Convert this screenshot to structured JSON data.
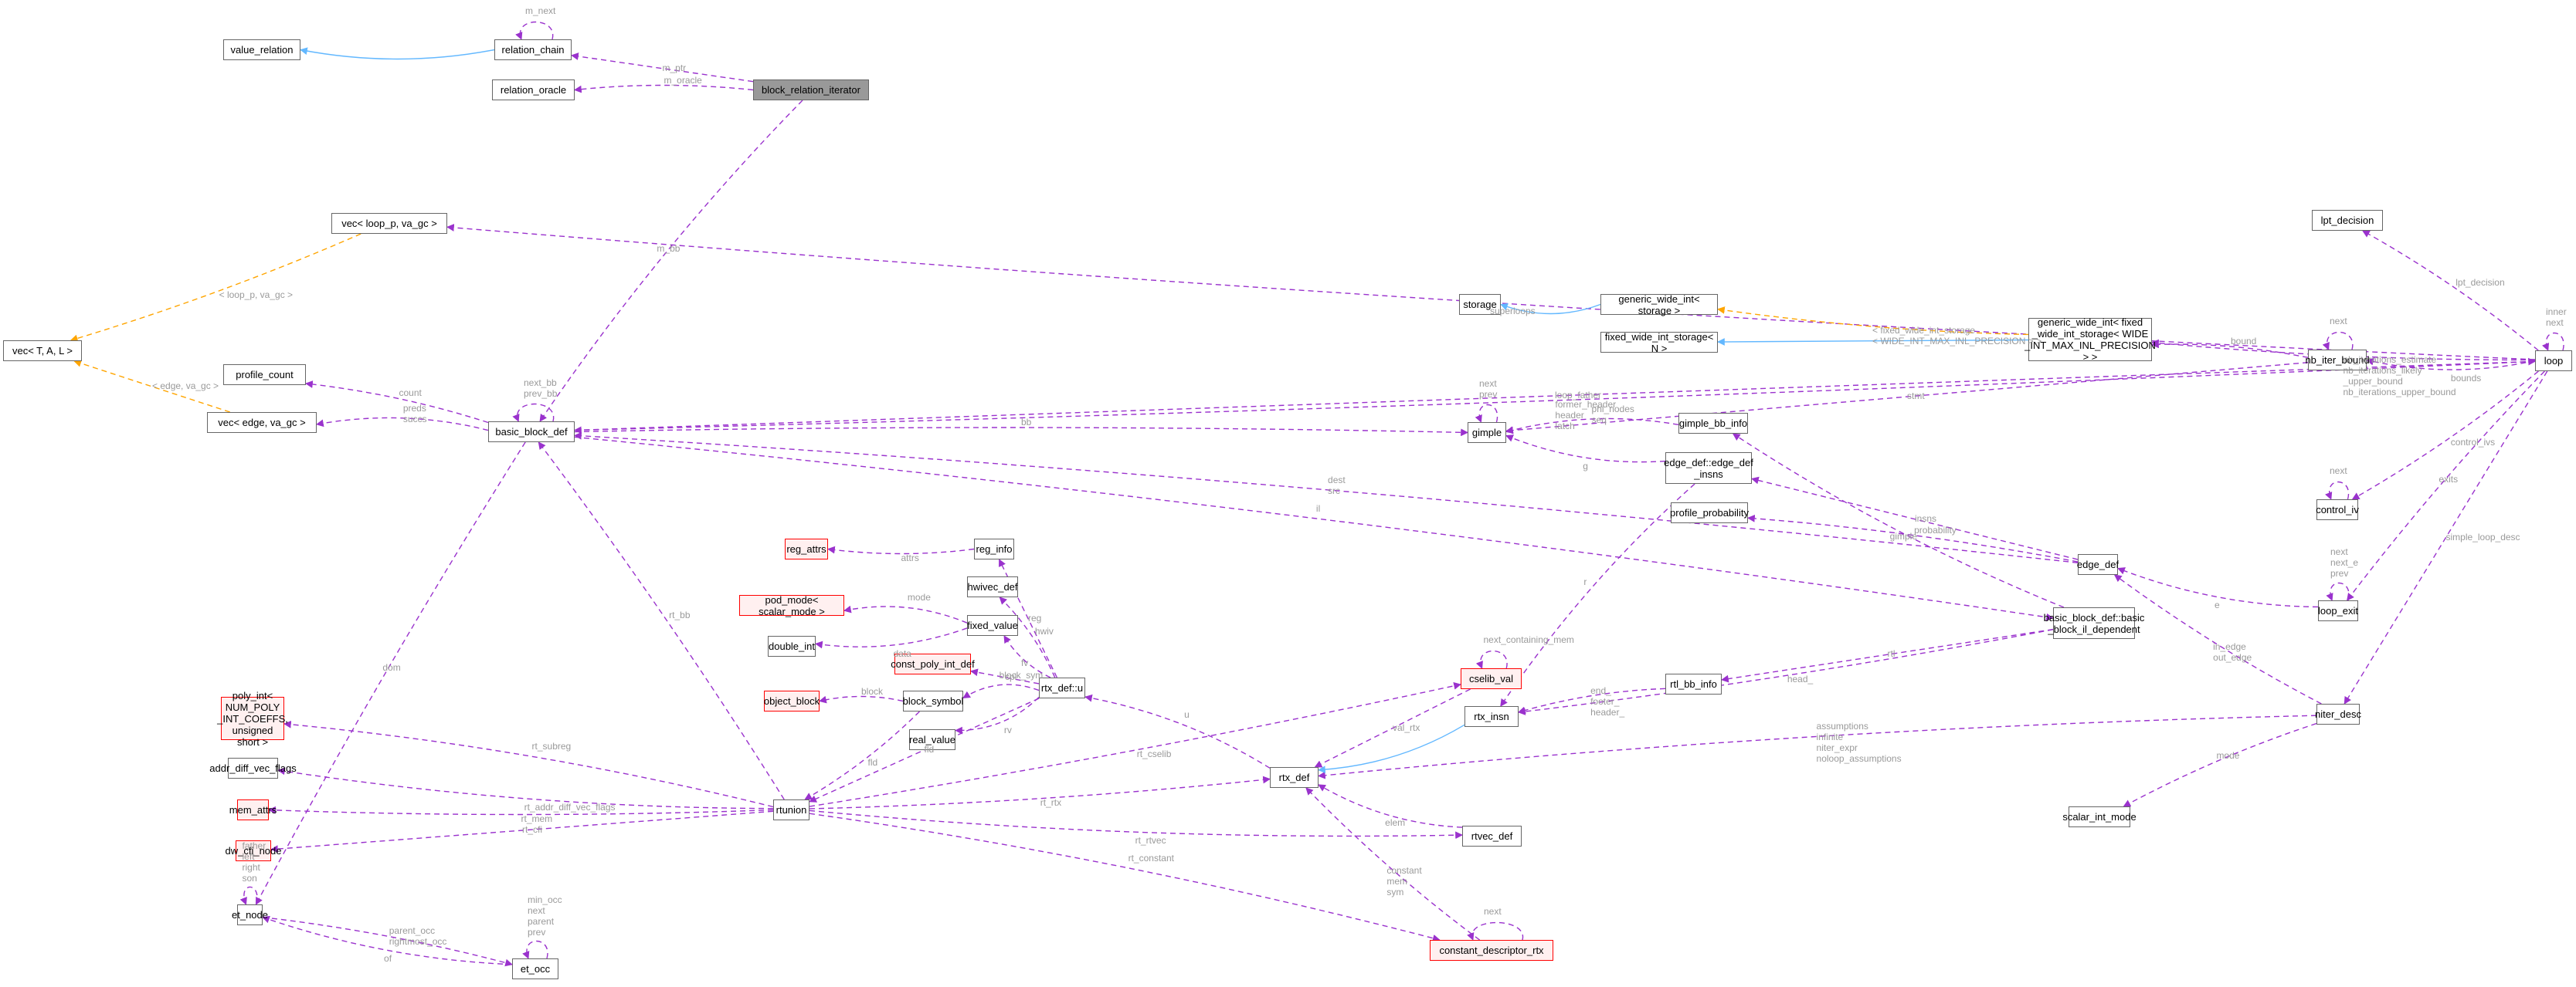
{
  "diagram": {
    "title": "block_relation_iterator collaboration graph",
    "colors": {
      "member_edge": "#9a32cd",
      "inheritance_edge": "#63b8ff",
      "template_edge": "#ffa500",
      "label_text": "#9a9a9a",
      "focus_fill": "#999999",
      "missing_border": "#ff0000",
      "missing_fill": "#fff0f0"
    },
    "nodes": [
      {
        "id": "value_relation",
        "label": "value_relation",
        "kind": "normal"
      },
      {
        "id": "relation_chain",
        "label": "relation_chain",
        "kind": "normal"
      },
      {
        "id": "block_relation_iterator",
        "label": "block_relation_iterator",
        "kind": "focus"
      },
      {
        "id": "relation_oracle",
        "label": "relation_oracle",
        "kind": "normal"
      },
      {
        "id": "vec_loop_p",
        "label": "vec< loop_p, va_gc >",
        "kind": "normal"
      },
      {
        "id": "vec_TAL",
        "label": "vec< T, A, L >",
        "kind": "normal"
      },
      {
        "id": "profile_count",
        "label": "profile_count",
        "kind": "normal"
      },
      {
        "id": "vec_edge",
        "label": "vec< edge, va_gc >",
        "kind": "normal"
      },
      {
        "id": "basic_block_def",
        "label": "basic_block_def",
        "kind": "normal"
      },
      {
        "id": "loop",
        "label": "loop",
        "kind": "normal"
      },
      {
        "id": "lpt_decision",
        "label": "lpt_decision",
        "kind": "normal"
      },
      {
        "id": "storage",
        "label": "storage",
        "kind": "normal"
      },
      {
        "id": "generic_wide_int_storage",
        "label": "generic_wide_int< storage >",
        "kind": "normal"
      },
      {
        "id": "fixed_wide_int_storage",
        "label": "fixed_wide_int_storage< N >",
        "kind": "normal"
      },
      {
        "id": "generic_wide_int_fixed",
        "label": "generic_wide_int< fixed\n_wide_int_storage< WIDE\n_INT_MAX_INL_PRECISION > >",
        "kind": "normal"
      },
      {
        "id": "nb_iter_bound",
        "label": "nb_iter_bound",
        "kind": "normal"
      },
      {
        "id": "gimple",
        "label": "gimple",
        "kind": "normal"
      },
      {
        "id": "gimple_bb_info",
        "label": "gimple_bb_info",
        "kind": "normal"
      },
      {
        "id": "edge_def_insns",
        "label": "edge_def::edge_def\n_insns",
        "kind": "normal"
      },
      {
        "id": "profile_probability",
        "label": "profile_probability",
        "kind": "normal"
      },
      {
        "id": "control_iv",
        "label": "control_iv",
        "kind": "normal"
      },
      {
        "id": "edge_def",
        "label": "edge_def",
        "kind": "normal"
      },
      {
        "id": "bb_il_dependent",
        "label": "basic_block_def::basic\n_block_il_dependent",
        "kind": "normal"
      },
      {
        "id": "loop_exit",
        "label": "loop_exit",
        "kind": "normal"
      },
      {
        "id": "niter_desc",
        "label": "niter_desc",
        "kind": "normal"
      },
      {
        "id": "scalar_int_mode",
        "label": "scalar_int_mode",
        "kind": "normal"
      },
      {
        "id": "reg_attrs",
        "label": "reg_attrs",
        "kind": "missing"
      },
      {
        "id": "reg_info",
        "label": "reg_info",
        "kind": "normal"
      },
      {
        "id": "hwivec_def",
        "label": "hwivec_def",
        "kind": "normal"
      },
      {
        "id": "pod_mode",
        "label": "pod_mode< scalar_mode >",
        "kind": "missing"
      },
      {
        "id": "fixed_value",
        "label": "fixed_value",
        "kind": "normal"
      },
      {
        "id": "double_int",
        "label": "double_int",
        "kind": "normal"
      },
      {
        "id": "const_poly_int_def",
        "label": "const_poly_int_def",
        "kind": "missing"
      },
      {
        "id": "object_block",
        "label": "object_block",
        "kind": "missing"
      },
      {
        "id": "block_symbol",
        "label": "block_symbol",
        "kind": "normal"
      },
      {
        "id": "rtx_def_u",
        "label": "rtx_def::u",
        "kind": "normal"
      },
      {
        "id": "real_value",
        "label": "real_value",
        "kind": "normal"
      },
      {
        "id": "poly_int",
        "label": "poly_int< NUM_POLY\n_INT_COEFFS, unsigned\nshort >",
        "kind": "missing"
      },
      {
        "id": "addr_diff_vec_flags",
        "label": "addr_diff_vec_flags",
        "kind": "normal"
      },
      {
        "id": "mem_attrs",
        "label": "mem_attrs",
        "kind": "missing"
      },
      {
        "id": "dw_cfi_node",
        "label": "dw_cfi_node",
        "kind": "missing"
      },
      {
        "id": "rtunion",
        "label": "rtunion",
        "kind": "normal"
      },
      {
        "id": "cselib_val",
        "label": "cselib_val",
        "kind": "missing"
      },
      {
        "id": "rtx_insn",
        "label": "rtx_insn",
        "kind": "normal"
      },
      {
        "id": "rtl_bb_info",
        "label": "rtl_bb_info",
        "kind": "normal"
      },
      {
        "id": "rtx_def",
        "label": "rtx_def",
        "kind": "normal"
      },
      {
        "id": "rtvec_def",
        "label": "rtvec_def",
        "kind": "normal"
      },
      {
        "id": "constant_descriptor_rtx",
        "label": "constant_descriptor_rtx",
        "kind": "missing"
      },
      {
        "id": "et_node",
        "label": "et_node",
        "kind": "normal"
      },
      {
        "id": "et_occ",
        "label": "et_occ",
        "kind": "normal"
      }
    ],
    "edges": [
      {
        "from": "relation_chain",
        "to": "value_relation",
        "type": "inheritance",
        "label": ""
      },
      {
        "from": "relation_chain",
        "to": "relation_chain",
        "type": "member",
        "label": "m_next"
      },
      {
        "from": "block_relation_iterator",
        "to": "relation_chain",
        "type": "member",
        "label": "m_ptr"
      },
      {
        "from": "block_relation_iterator",
        "to": "relation_oracle",
        "type": "member",
        "label": "m_oracle"
      },
      {
        "from": "block_relation_iterator",
        "to": "basic_block_def",
        "type": "member",
        "label": "m_bb"
      },
      {
        "from": "loop",
        "to": "vec_loop_p",
        "type": "member",
        "label": "superloops"
      },
      {
        "from": "vec_loop_p",
        "to": "vec_TAL",
        "type": "template",
        "label": "< loop_p, va_gc >"
      },
      {
        "from": "vec_edge",
        "to": "vec_TAL",
        "type": "template",
        "label": "< edge, va_gc >"
      },
      {
        "from": "basic_block_def",
        "to": "profile_count",
        "type": "member",
        "label": "count"
      },
      {
        "from": "basic_block_def",
        "to": "vec_edge",
        "type": "member",
        "label": "preds\nsuccs"
      },
      {
        "from": "basic_block_def",
        "to": "basic_block_def",
        "type": "member",
        "label": "next_bb\nprev_bb"
      },
      {
        "from": "loop",
        "to": "basic_block_def",
        "type": "member",
        "label": "former_header\nheader\nlatch"
      },
      {
        "from": "basic_block_def",
        "to": "loop",
        "type": "member",
        "label": "loop_father"
      },
      {
        "from": "loop",
        "to": "lpt_decision",
        "type": "member",
        "label": "lpt_decision"
      },
      {
        "from": "loop",
        "to": "loop",
        "type": "member",
        "label": "inner\nnext"
      },
      {
        "from": "generic_wide_int_storage",
        "to": "storage",
        "type": "inheritance",
        "label": ""
      },
      {
        "from": "generic_wide_int_fixed",
        "to": "generic_wide_int_storage",
        "type": "template",
        "label": "< fixed_wide_int_storage\n< WIDE_INT_MAX_INL_PRECISION > >"
      },
      {
        "from": "generic_wide_int_fixed",
        "to": "fixed_wide_int_storage",
        "type": "inheritance",
        "label": ""
      },
      {
        "from": "nb_iter_bound",
        "to": "generic_wide_int_fixed",
        "type": "member",
        "label": "bound"
      },
      {
        "from": "nb_iter_bound",
        "to": "nb_iter_bound",
        "type": "member",
        "label": "next"
      },
      {
        "from": "loop",
        "to": "nb_iter_bound",
        "type": "member",
        "label": "bounds"
      },
      {
        "from": "loop",
        "to": "generic_wide_int_fixed",
        "type": "member",
        "label": "nb_iterations_estimate\nnb_iterations_likely\n_upper_bound\nnb_iterations_upper_bound"
      },
      {
        "from": "nb_iter_bound",
        "to": "gimple",
        "type": "member",
        "label": "stmt"
      },
      {
        "from": "gimple",
        "to": "gimple",
        "type": "member",
        "label": "next\nprev"
      },
      {
        "from": "gimple_bb_info",
        "to": "gimple",
        "type": "member",
        "label": "phi_nodes\nseq"
      },
      {
        "from": "edge_def_insns",
        "to": "gimple",
        "type": "member",
        "label": "g"
      },
      {
        "from": "basic_block_def",
        "to": "gimple",
        "type": "member",
        "label": "bb"
      },
      {
        "from": "edge_def",
        "to": "edge_def_insns",
        "type": "member",
        "label": "insns"
      },
      {
        "from": "edge_def",
        "to": "profile_probability",
        "type": "member",
        "label": "probability"
      },
      {
        "from": "edge_def",
        "to": "basic_block_def",
        "type": "member",
        "label": "dest\nsrc"
      },
      {
        "from": "bb_il_dependent",
        "to": "gimple_bb_info",
        "type": "member",
        "label": "gimple"
      },
      {
        "from": "loop",
        "to": "control_iv",
        "type": "member",
        "label": "control_ivs"
      },
      {
        "from": "control_iv",
        "to": "control_iv",
        "type": "member",
        "label": "next"
      },
      {
        "from": "loop",
        "to": "loop_exit",
        "type": "member",
        "label": "exits"
      },
      {
        "from": "loop_exit",
        "to": "loop_exit",
        "type": "member",
        "label": "next\nnext_e\nprev"
      },
      {
        "from": "loop_exit",
        "to": "edge_def",
        "type": "member",
        "label": "e"
      },
      {
        "from": "niter_desc",
        "to": "edge_def",
        "type": "member",
        "label": "in_edge\nout_edge"
      },
      {
        "from": "loop",
        "to": "niter_desc",
        "type": "member",
        "label": "simple_loop_desc"
      },
      {
        "from": "niter_desc",
        "to": "scalar_int_mode",
        "type": "member",
        "label": "mode"
      },
      {
        "from": "niter_desc",
        "to": "rtx_def",
        "type": "member",
        "label": "assumptions\ninfinite\nniter_expr\nnoloop_assumptions"
      },
      {
        "from": "basic_block_def",
        "to": "bb_il_dependent",
        "type": "member",
        "label": "il"
      },
      {
        "from": "bb_il_dependent",
        "to": "rtx_insn",
        "type": "member",
        "label": "head_"
      },
      {
        "from": "bb_il_dependent",
        "to": "rtl_bb_info",
        "type": "member",
        "label": "rtl"
      },
      {
        "from": "rtl_bb_info",
        "to": "rtx_insn",
        "type": "member",
        "label": "end_\nfooter_\nheader_"
      },
      {
        "from": "edge_def_insns",
        "to": "rtx_insn",
        "type": "member",
        "label": "r"
      },
      {
        "from": "rtx_insn",
        "to": "rtx_def",
        "type": "inheritance",
        "label": ""
      },
      {
        "from": "cselib_val",
        "to": "cselib_val",
        "type": "member",
        "label": "next_containing_mem"
      },
      {
        "from": "cselib_val",
        "to": "rtx_def",
        "type": "member",
        "label": "val_rtx"
      },
      {
        "from": "rtunion",
        "to": "cselib_val",
        "type": "member",
        "label": "rt_cselib"
      },
      {
        "from": "rtx_def",
        "to": "rtx_def_u",
        "type": "member",
        "label": "u"
      },
      {
        "from": "rtvec_def",
        "to": "rtx_def",
        "type": "member",
        "label": "elem"
      },
      {
        "from": "constant_descriptor_rtx",
        "to": "rtx_def",
        "type": "member",
        "label": "constant\nmem\nsym"
      },
      {
        "from": "constant_descriptor_rtx",
        "to": "constant_descriptor_rtx",
        "type": "member",
        "label": "next"
      },
      {
        "from": "rtunion",
        "to": "rtx_def",
        "type": "member",
        "label": "rt_rtx"
      },
      {
        "from": "rtunion",
        "to": "rtvec_def",
        "type": "member",
        "label": "rt_rtvec"
      },
      {
        "from": "rtunion",
        "to": "constant_descriptor_rtx",
        "type": "member",
        "label": "rt_constant"
      },
      {
        "from": "reg_info",
        "to": "reg_attrs",
        "type": "member",
        "label": "attrs"
      },
      {
        "from": "rtx_def_u",
        "to": "reg_info",
        "type": "member",
        "label": "reg"
      },
      {
        "from": "rtx_def_u",
        "to": "hwivec_def",
        "type": "member",
        "label": "hwiv"
      },
      {
        "from": "fixed_value",
        "to": "pod_mode",
        "type": "member",
        "label": "mode"
      },
      {
        "from": "fixed_value",
        "to": "double_int",
        "type": "member",
        "label": "data"
      },
      {
        "from": "rtx_def_u",
        "to": "fixed_value",
        "type": "member",
        "label": "fv"
      },
      {
        "from": "rtx_def_u",
        "to": "const_poly_int_def",
        "type": "member",
        "label": "cpi"
      },
      {
        "from": "block_symbol",
        "to": "object_block",
        "type": "member",
        "label": "block"
      },
      {
        "from": "rtx_def_u",
        "to": "block_symbol",
        "type": "member",
        "label": "block_sym"
      },
      {
        "from": "rtx_def_u",
        "to": "real_value",
        "type": "member",
        "label": "rv"
      },
      {
        "from": "block_symbol",
        "to": "rtunion",
        "type": "member",
        "label": "fld"
      },
      {
        "from": "rtx_def_u",
        "to": "rtunion",
        "type": "member",
        "label": "fld"
      },
      {
        "from": "rtunion",
        "to": "basic_block_def",
        "type": "member",
        "label": "rt_bb"
      },
      {
        "from": "rtunion",
        "to": "poly_int",
        "type": "member",
        "label": "rt_subreg"
      },
      {
        "from": "rtunion",
        "to": "addr_diff_vec_flags",
        "type": "member",
        "label": "rt_addr_diff_vec_flags"
      },
      {
        "from": "rtunion",
        "to": "mem_attrs",
        "type": "member",
        "label": "rt_mem"
      },
      {
        "from": "rtunion",
        "to": "dw_cfi_node",
        "type": "member",
        "label": "rt_cfi"
      },
      {
        "from": "basic_block_def",
        "to": "et_node",
        "type": "member",
        "label": "dom"
      },
      {
        "from": "et_node",
        "to": "et_node",
        "type": "member",
        "label": "father\nleft\nright\nson"
      },
      {
        "from": "et_occ",
        "to": "et_node",
        "type": "member",
        "label": "of"
      },
      {
        "from": "et_node",
        "to": "et_occ",
        "type": "member",
        "label": "parent_occ\nrightmost_occ"
      },
      {
        "from": "et_occ",
        "to": "et_occ",
        "type": "member",
        "label": "min_occ\nnext\nparent\nprev"
      }
    ]
  }
}
